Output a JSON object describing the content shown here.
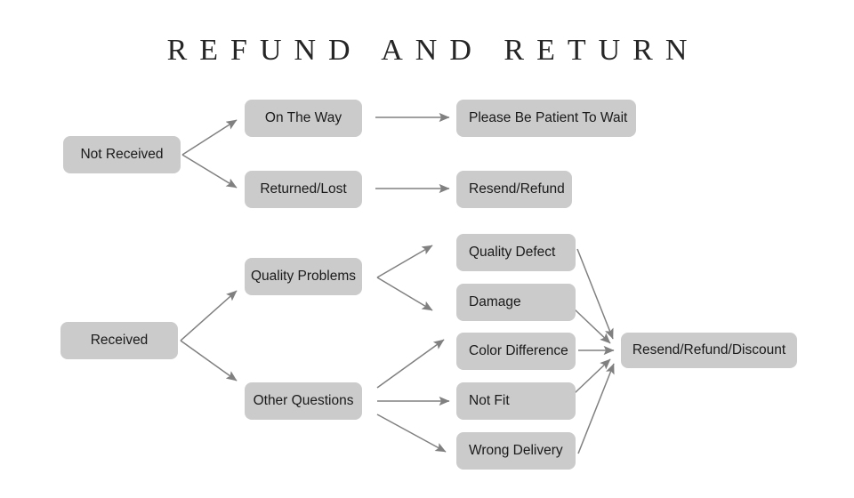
{
  "page": {
    "title": "REFUND AND RETURN",
    "background_color": "#ffffff",
    "node_fill_color": "#cbcbcb",
    "node_text_color": "#1a1a1a",
    "arrow_color": "#808080",
    "title_color": "#262626"
  },
  "nodes": {
    "not_received": "Not Received",
    "on_the_way": "On The Way",
    "returned_lost": "Returned/Lost",
    "please_be_patient": "Please Be Patient To Wait",
    "resend_refund": "Resend/Refund",
    "received": "Received",
    "quality_problems": "Quality Problems",
    "other_questions": "Other Questions",
    "quality_defect": "Quality Defect",
    "damage": "Damage",
    "color_difference": "Color Difference",
    "not_fit": "Not Fit",
    "wrong_delivery": "Wrong Delivery",
    "resend_refund_discount": "Resend/Refund/Discount"
  },
  "flow": {
    "branches": [
      {
        "from": "Not Received",
        "to": "On The Way"
      },
      {
        "from": "Not Received",
        "to": "Returned/Lost"
      },
      {
        "from": "On The Way",
        "to": "Please Be Patient To Wait"
      },
      {
        "from": "Returned/Lost",
        "to": "Resend/Refund"
      },
      {
        "from": "Received",
        "to": "Quality Problems"
      },
      {
        "from": "Received",
        "to": "Other Questions"
      },
      {
        "from": "Quality Problems",
        "to": "Quality Defect"
      },
      {
        "from": "Quality Problems",
        "to": "Damage"
      },
      {
        "from": "Other Questions",
        "to": "Color Difference"
      },
      {
        "from": "Other Questions",
        "to": "Not Fit"
      },
      {
        "from": "Other Questions",
        "to": "Wrong Delivery"
      },
      {
        "from": "Quality Defect",
        "to": "Resend/Refund/Discount"
      },
      {
        "from": "Damage",
        "to": "Resend/Refund/Discount"
      },
      {
        "from": "Color Difference",
        "to": "Resend/Refund/Discount"
      },
      {
        "from": "Not Fit",
        "to": "Resend/Refund/Discount"
      },
      {
        "from": "Wrong Delivery",
        "to": "Resend/Refund/Discount"
      }
    ]
  }
}
